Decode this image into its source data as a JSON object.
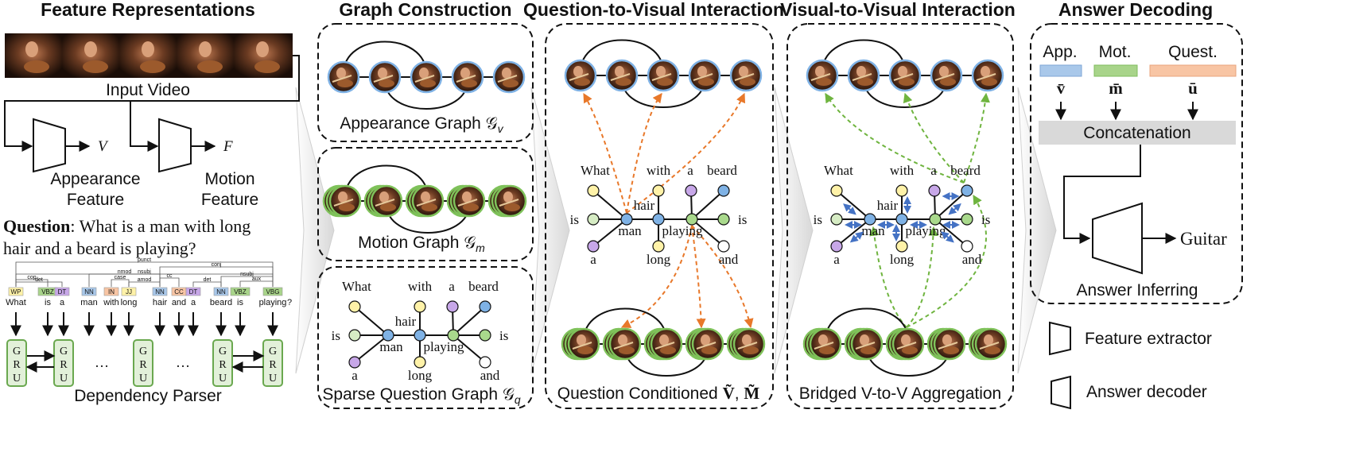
{
  "headers": {
    "feature_representations": "Feature Representations",
    "graph_construction": "Graph Construction",
    "question_to_visual": "Question-to-Visual Interaction",
    "visual_to_visual": "Visual-to-Visual Interaction",
    "answer_decoding": "Answer Decoding"
  },
  "feature_panel": {
    "input_video": "Input Video",
    "v_symbol": "V",
    "f_symbol": "F",
    "appearance_feature_l1": "Appearance",
    "appearance_feature_l2": "Feature",
    "motion_feature_l1": "Motion",
    "motion_feature_l2": "Feature",
    "question_label": "Question",
    "question_text_l1": ": What is a man with long",
    "question_text_l2": "hair and a beard is playing?",
    "dependency_parser": "Dependency Parser",
    "gru_text": "G R U",
    "ellipsis": "…",
    "words": [
      "What",
      "is",
      "a",
      "man",
      "with",
      "long",
      "hair",
      "and",
      "a",
      "beard",
      "is",
      "playing",
      "?"
    ],
    "pos_tags": [
      "WP",
      "VBZ",
      "DT",
      "NN",
      "IN",
      "JJ",
      "NN",
      "CC",
      "DT",
      "NN",
      "VBZ",
      "VBG",
      ""
    ],
    "relations": [
      "punct",
      "conj",
      "nsubj",
      "cop",
      "det",
      "nmod",
      "case",
      "amod",
      "cc",
      "det",
      "nsubj",
      "aux"
    ]
  },
  "graph_panel": {
    "appearance_graph": "Appearance Graph 𝒢",
    "appearance_sub": "v",
    "motion_graph": "Motion Graph 𝒢",
    "motion_sub": "m",
    "question_graph": "Sparse Question Graph 𝒢",
    "question_sub": "q"
  },
  "question_graph_words": {
    "what": "What",
    "with": "with",
    "a_top": "a",
    "beard": "beard",
    "is_left": "is",
    "hair": "hair",
    "is_right": "is",
    "man": "man",
    "playing": "playing",
    "a_bottom": "a",
    "long": "long",
    "and": "and"
  },
  "q2v_panel": {
    "caption_text": "Question Conditioned ",
    "v_tilde": "Ṽ",
    "sep": ", ",
    "m_tilde": "M̃"
  },
  "v2v_panel": {
    "caption": "Bridged V-to-V Aggregation"
  },
  "answer_panel": {
    "app_label": "App.",
    "mot_label": "Mot.",
    "quest_label": "Quest.",
    "v_bar": "v̄",
    "m_bar": "m̄",
    "u_bar": "ū",
    "concatenation": "Concatenation",
    "answer": "Guitar",
    "answer_inferring": "Answer Inferring"
  },
  "legend": {
    "feature_extractor": "Feature extractor",
    "answer_decoder": "Answer decoder"
  },
  "colors": {
    "orange_arrow": "#e8782a",
    "green_arrow": "#6fb43f",
    "blue_arrow": "#4472c4",
    "app_box": "#a9c8ea",
    "mot_box": "#a8d48a",
    "quest_box": "#f8c5a4",
    "concat_box": "#d9d9d9",
    "gru_fill": "#e2f0d9",
    "gru_stroke": "#6aa84f",
    "node_yellow": "#fff2a8",
    "node_lightgreen": "#d6ecc4",
    "node_purple": "#c7a7e8",
    "node_blue": "#7fb2e5",
    "node_green": "#a9d98c"
  }
}
